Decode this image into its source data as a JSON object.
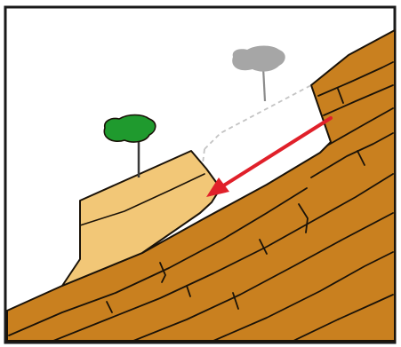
{
  "diagram": {
    "kind": "rockslide-schematic",
    "elements": [
      "bedrock-slope",
      "bedrock-fractures",
      "slid-rock-block",
      "tree-after-slide",
      "tree-before-slide",
      "original-block-outline",
      "movement-arrow"
    ]
  },
  "colors": {
    "frame": "#1a1a1a",
    "bedrock": "#c9801f",
    "bedrock_dark": "#b87319",
    "fracture_line": "#1a1208",
    "slid_block": "#f2c777",
    "tree_canopy": "#1f9a2e",
    "tree_trunk": "#3a3a3a",
    "ghost_tree_canopy": "#a6a6a6",
    "ghost_tree_trunk": "#8c8c8c",
    "ghost_outline": "#c4c4c4",
    "arrow": "#e0202a"
  }
}
